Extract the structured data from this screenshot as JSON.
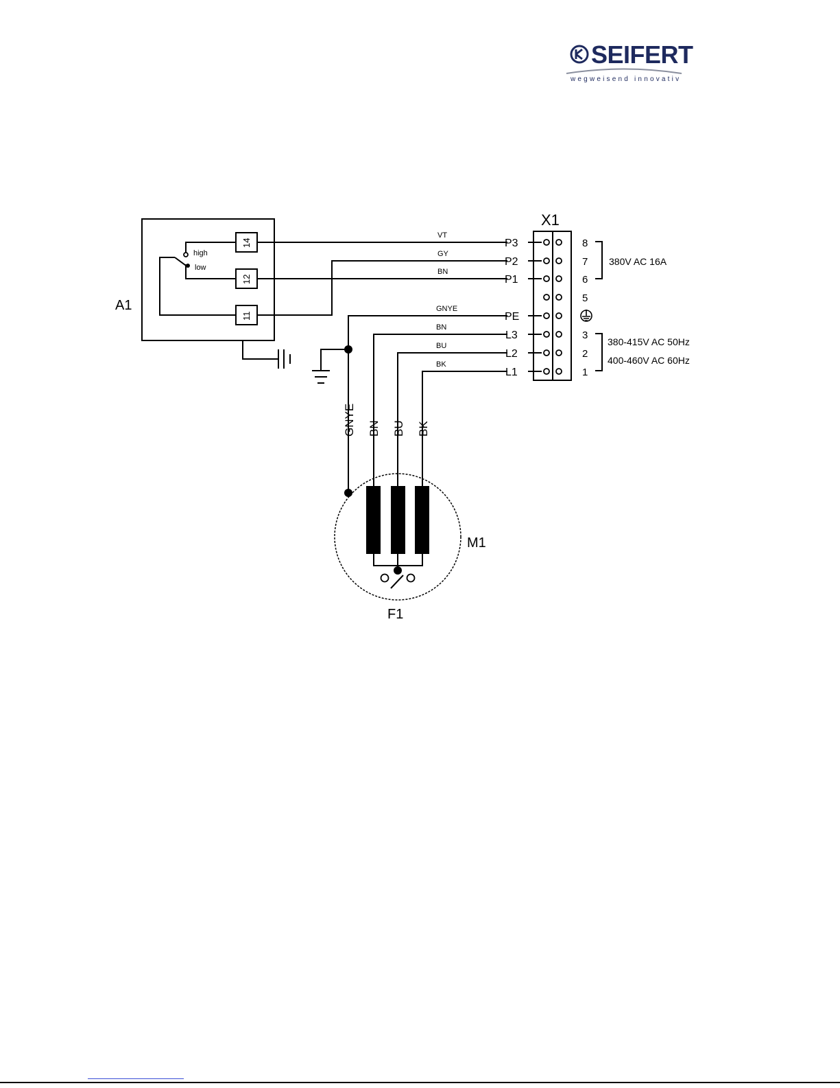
{
  "logo": {
    "brand": "SEIFERT",
    "tagline": "wegweisend innovativ",
    "colors": {
      "brand": "#1e2a5e",
      "swoosh": "#8a8f9e"
    }
  },
  "components": {
    "switch": {
      "ref": "A1",
      "terminals": [
        "14",
        "12",
        "11"
      ],
      "positions": [
        "high",
        "low"
      ]
    },
    "terminal_block": {
      "ref": "X1",
      "left_labels": [
        "P3",
        "P2",
        "P1",
        "PE",
        "L3",
        "L2",
        "L1"
      ],
      "numbers": [
        "8",
        "7",
        "6",
        "5",
        "3",
        "2",
        "1"
      ],
      "earth_symbol": "protective-earth-icon"
    },
    "motor": {
      "ref": "M1"
    },
    "thermal_contact": {
      "ref": "F1"
    }
  },
  "wires": {
    "upper": [
      "VT",
      "GY",
      "BN"
    ],
    "lower": [
      "GNYE",
      "BN",
      "BU",
      "BK"
    ],
    "vertical": [
      "GNYE",
      "BN",
      "BU",
      "BK"
    ]
  },
  "ratings": {
    "contact": "380V AC 16A",
    "supply": [
      "380-415V AC 50Hz",
      "400-460V AC 60Hz"
    ]
  }
}
